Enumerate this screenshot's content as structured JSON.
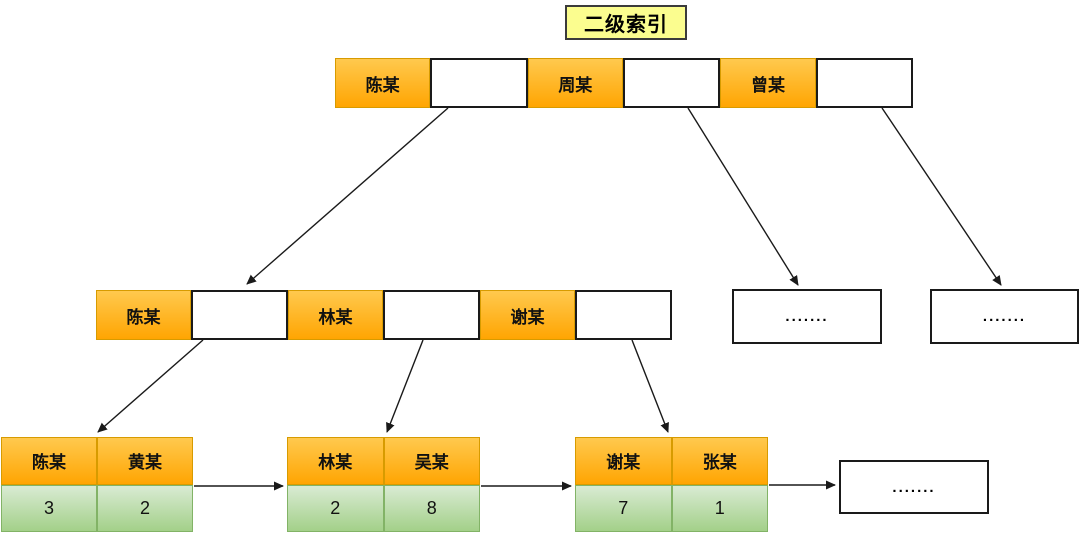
{
  "title": "二级索引",
  "colors": {
    "key_cell_top": "#FFC94E",
    "key_cell_bottom": "#FFA502",
    "key_cell_border": "#D79B00",
    "value_cell_top": "#D9EBD3",
    "value_cell_bottom": "#A3D089",
    "value_cell_border": "#82B366",
    "pointer_cell_border": "#1A1A1A",
    "title_bg": "#FBFD8F",
    "arrow_color": "#1A1A1A"
  },
  "root_node": {
    "cells": [
      "陈某",
      "",
      "周某",
      "",
      "曾某",
      ""
    ]
  },
  "internal_node": {
    "cells": [
      "陈某",
      "",
      "林某",
      "",
      "谢某",
      ""
    ]
  },
  "ellipsis_node_1": ".......",
  "ellipsis_node_2": ".......",
  "leaf_nodes": [
    {
      "keys": [
        "陈某",
        "黄某"
      ],
      "values": [
        "3",
        "2"
      ]
    },
    {
      "keys": [
        "林某",
        "吴某"
      ],
      "values": [
        "2",
        "8"
      ]
    },
    {
      "keys": [
        "谢某",
        "张某"
      ],
      "values": [
        "7",
        "1"
      ]
    }
  ],
  "ellipsis_leaf": "......."
}
